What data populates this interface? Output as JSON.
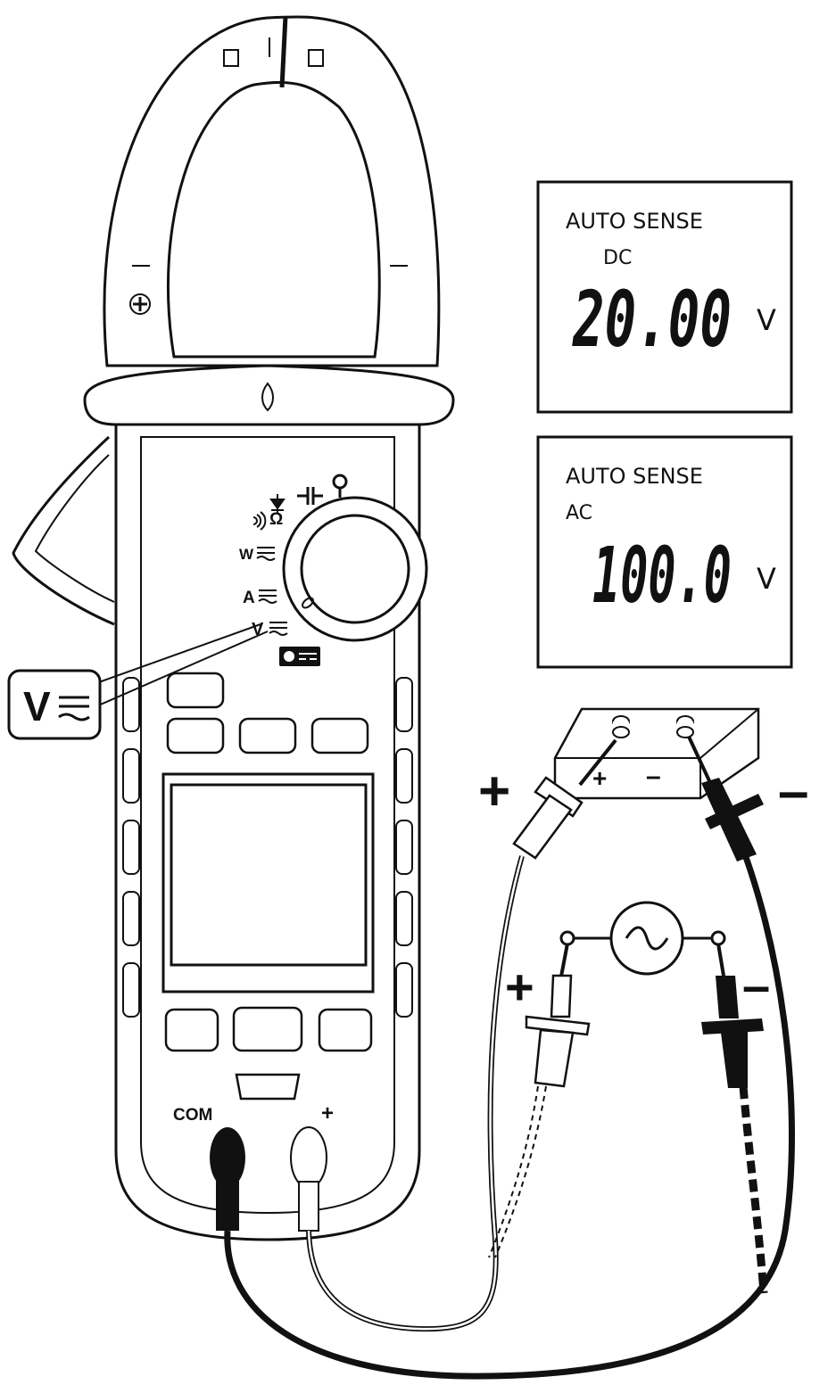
{
  "lcd_dc": {
    "mode": "AUTO SENSE",
    "coupling": "DC",
    "reading": "20.00",
    "unit": "V"
  },
  "lcd_ac": {
    "mode": "AUTO SENSE",
    "coupling": "AC",
    "reading": "100.0",
    "unit": "V"
  },
  "dial_labels": {
    "voltage": "V",
    "current": "A",
    "power": "W",
    "resistance": "Ω"
  },
  "callout": {
    "symbol": "V"
  },
  "jacks": {
    "com": "COM",
    "plus": "+"
  },
  "polarity": {
    "dc_plus": "+",
    "dc_minus": "–",
    "battery_plus": "+",
    "battery_minus": "–",
    "ac_plus": "+",
    "ac_minus": "–"
  },
  "colors": {
    "ink": "#111111",
    "paper": "#ffffff"
  },
  "icons": [
    "continuity-icon",
    "diode-icon",
    "capacitor-icon",
    "bulb-icon",
    "ac-source-icon",
    "battery-icon"
  ]
}
